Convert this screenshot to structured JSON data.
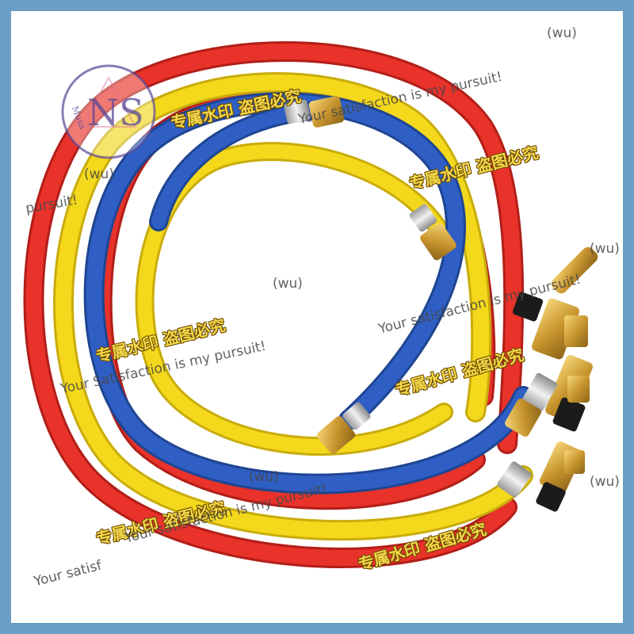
{
  "image": {
    "subject": "refrigerant charging hoses",
    "hoses": [
      {
        "name": "red-hose",
        "color": "#e8322a"
      },
      {
        "name": "yellow-hose",
        "color": "#f3d81c"
      },
      {
        "name": "blue-hose",
        "color": "#2f5fc4"
      }
    ],
    "frame_color": "#6a9ec4",
    "fitting_color": "#d7a93a"
  },
  "logo": {
    "letters": "NS",
    "brand_text": "Musa"
  },
  "watermarks": {
    "cn": [
      "专属水印 盗图必究",
      "专属水印 盗图必究",
      "专属水印 盗图必究",
      "专属水印 盗图必究",
      "专属水印 盗图必究",
      "专属水印 盗图必究"
    ],
    "en": [
      "Your satisfaction is my pursuit!",
      "(wu)",
      "pursuit!",
      "(wu)",
      "(wu)",
      "Your satisfaction is my pursuit!",
      "(wu)",
      "Your Satisfaction is my pursuit!",
      "Your satisfaction is my pursuit!",
      "(wu)",
      "(wu)",
      "Your satisf"
    ]
  }
}
